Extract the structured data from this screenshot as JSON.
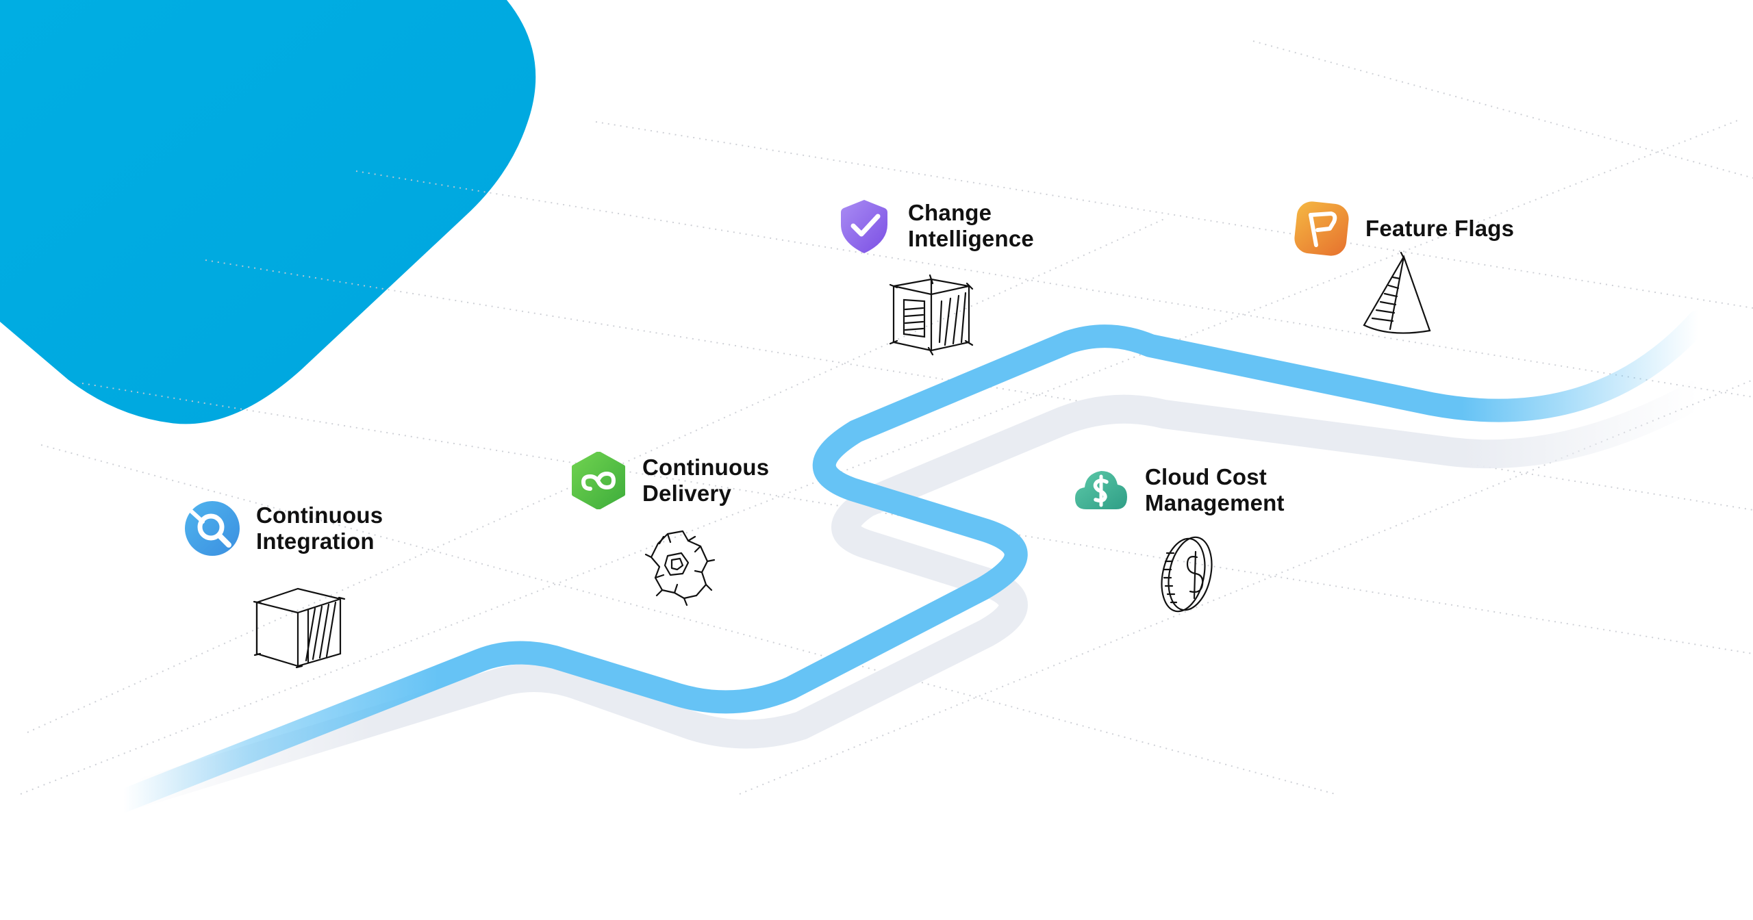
{
  "brand_color": "#00aee3",
  "path_color": "#66c3f5",
  "modules": [
    {
      "id": "ci",
      "icon": "ci-magnifier-icon",
      "line1": "Continuous",
      "line2": "Integration",
      "colors": [
        "#4fb4ee",
        "#3b8fe0"
      ],
      "sketch": "box-sketch-icon"
    },
    {
      "id": "cd",
      "icon": "cd-infinity-icon",
      "line1": "Continuous",
      "line2": "Delivery",
      "colors": [
        "#6fd24f",
        "#3fae3c"
      ],
      "sketch": "gear-sketch-icon"
    },
    {
      "id": "change",
      "icon": "shield-check-icon",
      "line1": "Change",
      "line2": "Intelligence",
      "colors": [
        "#a98cf3",
        "#7b4fe4"
      ],
      "sketch": "cube-sketch-icon"
    },
    {
      "id": "ccm",
      "icon": "cloud-dollar-icon",
      "line1": "Cloud Cost",
      "line2": "Management",
      "colors": [
        "#5cc9a8",
        "#2f9e86"
      ],
      "sketch": "coin-sketch-icon"
    },
    {
      "id": "ff",
      "icon": "flag-icon",
      "line1": "Feature Flags",
      "line2": "",
      "colors": [
        "#f5b843",
        "#e6712e"
      ],
      "sketch": "cone-sketch-icon"
    }
  ]
}
